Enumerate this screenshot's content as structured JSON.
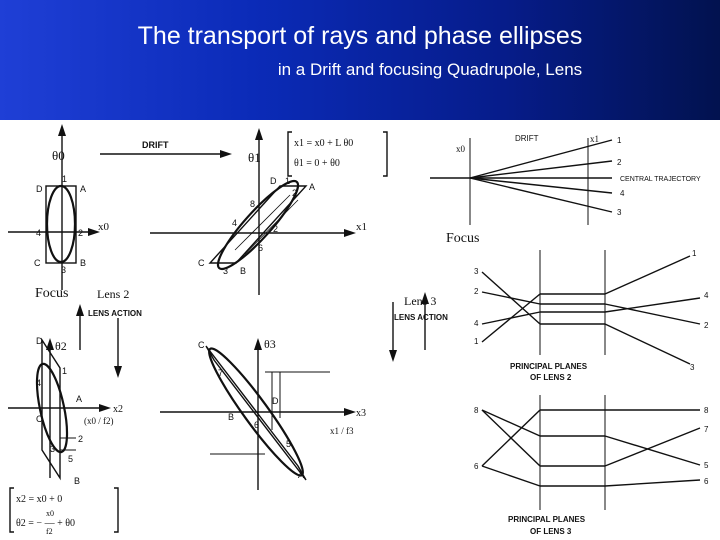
{
  "header": {
    "title": "The transport of rays and phase ellipses",
    "subtitle": "in a Drift and focusing Quadrupole, Lens"
  },
  "labels": {
    "focus_right": "Focus",
    "focus_left": "Focus",
    "lens2": "Lens 2",
    "lens3": "Lens 3"
  },
  "drift_panel": {
    "title": "DRIFT",
    "eq1": "x1 = x0 + L θ0",
    "eq2": "θ1 = 0 + θ0",
    "theta0": "θ0",
    "theta1": "θ1",
    "x0": "x0",
    "x1": "x1",
    "corner_labels": [
      "D",
      "A",
      "B",
      "C",
      "1",
      "2",
      "3",
      "4",
      "5",
      "6"
    ]
  },
  "lens_panel": {
    "title": "LENS ACTION",
    "eq1": "x2 = x0 + 0",
    "eq2_num": "x0",
    "eq2_den": "f2",
    "eq2_rest": "θ2 = − — + θ0",
    "theta2": "θ2",
    "theta3": "θ3",
    "x2": "x2",
    "x3": "x3"
  },
  "trajectory_panel": {
    "drift": "DRIFT",
    "central": "CENTRAL TRAJECTORY",
    "x0": "x0",
    "x1": "x1",
    "ray_numbers": [
      "1",
      "2",
      "4",
      "3"
    ]
  },
  "lens_diagrams": {
    "principal_planes_2": "PRINCIPAL PLANES",
    "of_lens_2": "OF LENS 2",
    "principal_planes_3": "PRINCIPAL PLANES",
    "of_lens_3": "OF LENS 3",
    "ray_numbers_top": [
      "3",
      "2",
      "4",
      "1"
    ],
    "ray_numbers_top_right": [
      "1",
      "4",
      "2",
      "3"
    ],
    "ray_numbers_bottom_left": [
      "8",
      "6"
    ],
    "ray_numbers_bottom_right": [
      "8",
      "7",
      "5",
      "6"
    ]
  }
}
